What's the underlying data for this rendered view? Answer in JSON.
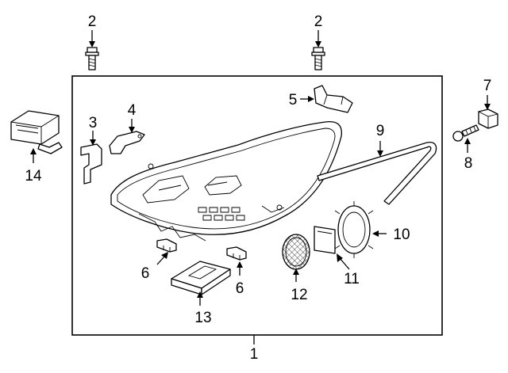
{
  "callouts": [
    {
      "id": "c1",
      "label": "1"
    },
    {
      "id": "c2a",
      "label": "2"
    },
    {
      "id": "c2b",
      "label": "2"
    },
    {
      "id": "c3",
      "label": "3"
    },
    {
      "id": "c4",
      "label": "4"
    },
    {
      "id": "c5",
      "label": "5"
    },
    {
      "id": "c6a",
      "label": "6"
    },
    {
      "id": "c6b",
      "label": "6"
    },
    {
      "id": "c7",
      "label": "7"
    },
    {
      "id": "c8",
      "label": "8"
    },
    {
      "id": "c9",
      "label": "9"
    },
    {
      "id": "c10",
      "label": "10"
    },
    {
      "id": "c11",
      "label": "11"
    },
    {
      "id": "c12",
      "label": "12"
    },
    {
      "id": "c13",
      "label": "13"
    },
    {
      "id": "c14",
      "label": "14"
    }
  ]
}
